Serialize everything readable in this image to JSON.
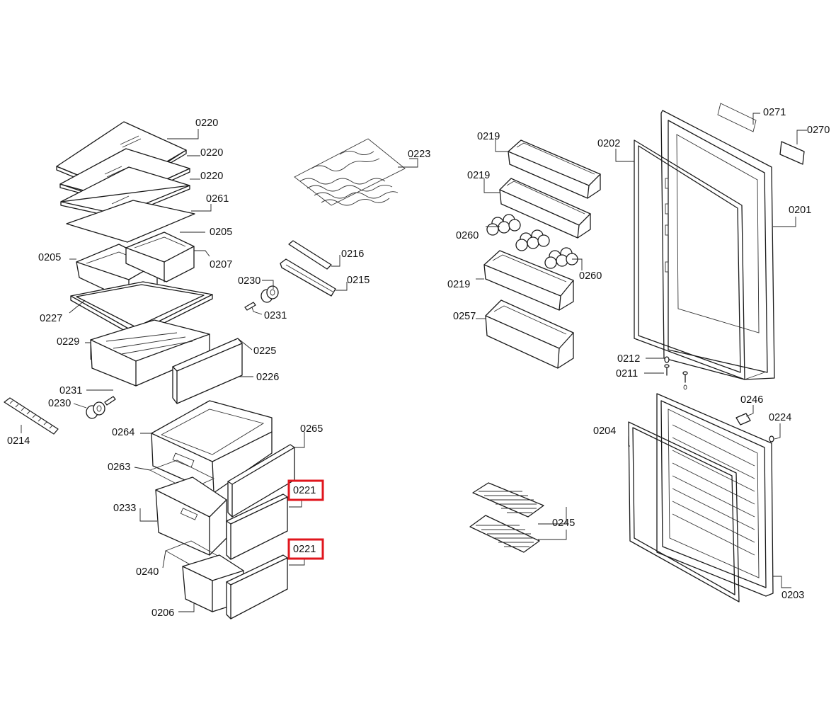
{
  "labels": {
    "l0220a": "0220",
    "l0220b": "0220",
    "l0220c": "0220",
    "l0261": "0261",
    "l0205a": "0205",
    "l0205b": "0205",
    "l0207": "0207",
    "l0227": "0227",
    "l0229": "0229",
    "l0225": "0225",
    "l0226": "0226",
    "l0231a": "0231",
    "l0230a": "0230",
    "l0214": "0214",
    "l0264": "0264",
    "l0265": "0265",
    "l0263": "0263",
    "l0221a": "0221",
    "l0233": "0233",
    "l0221b": "0221",
    "l0240": "0240",
    "l0206": "0206",
    "l0223": "0223",
    "l0216": "0216",
    "l0215": "0215",
    "l0230b": "0230",
    "l0231b": "0231",
    "l0219a": "0219",
    "l0219b": "0219",
    "l0219c": "0219",
    "l0260a": "0260",
    "l0260b": "0260",
    "l0257": "0257",
    "l0245": "0245",
    "l0202": "0202",
    "l0271": "0271",
    "l0270": "0270",
    "l0201": "0201",
    "l0212": "0212",
    "l0211": "0211",
    "l0204": "0204",
    "l0246": "0246",
    "l0224": "0224",
    "l0203": "0203"
  },
  "highlight_color": "#e0161d"
}
